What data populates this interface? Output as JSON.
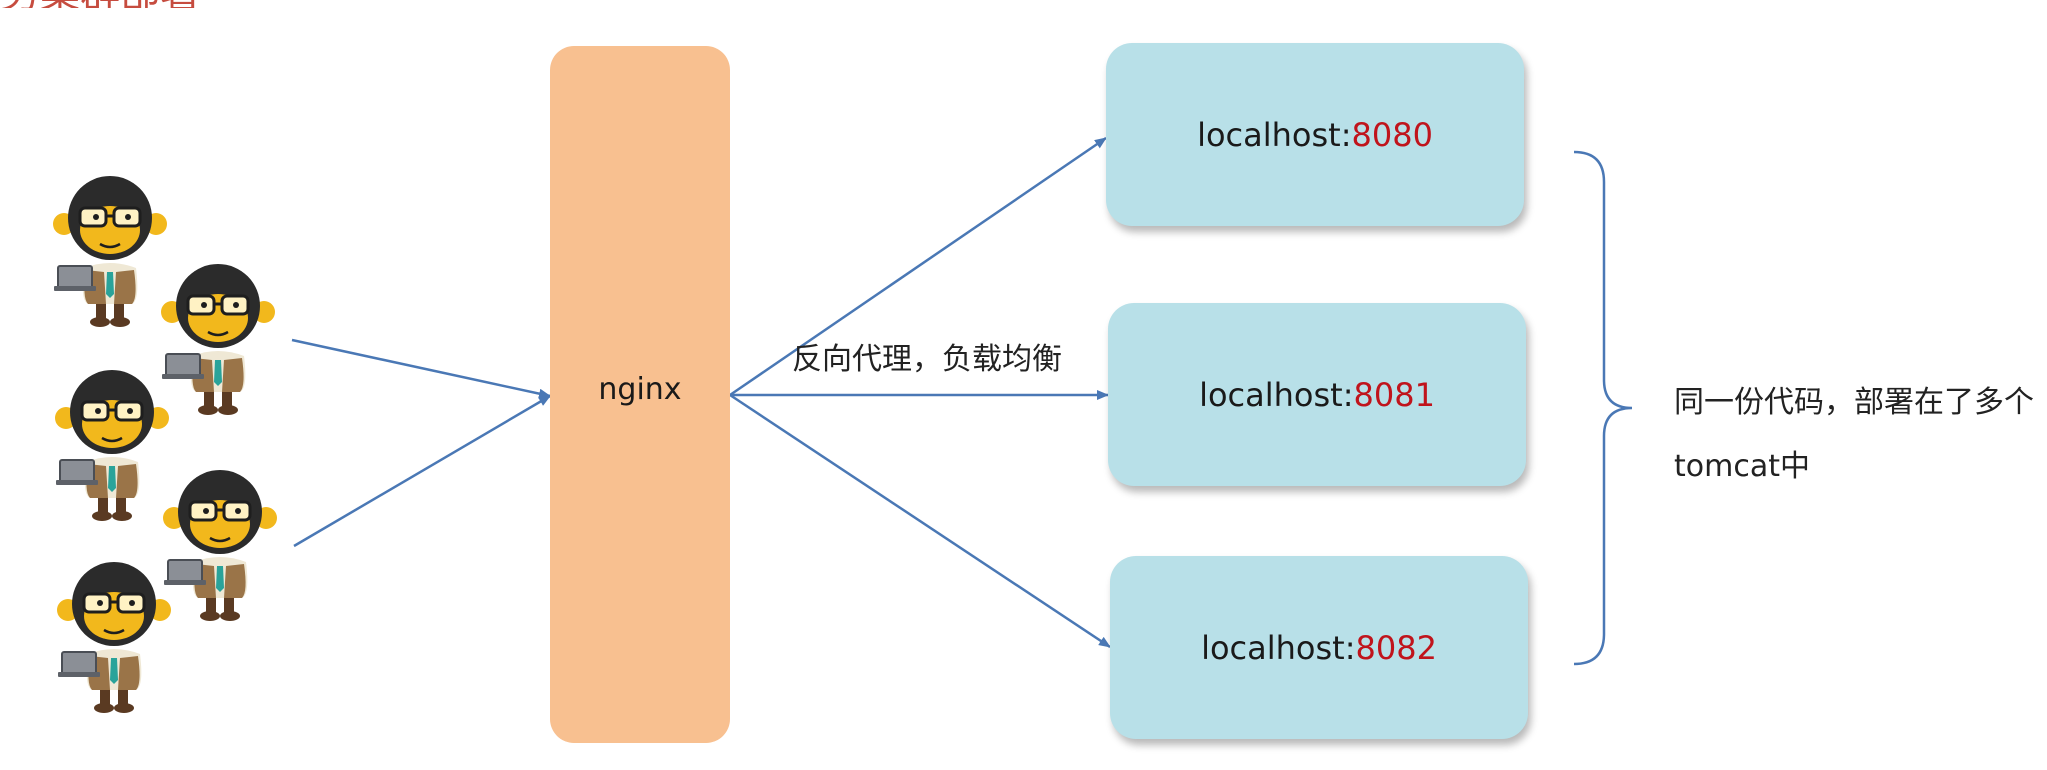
{
  "title_fragment": "务集群部署",
  "nginx": {
    "label": "nginx"
  },
  "edge_label": "反向代理，负载均衡",
  "servers": [
    {
      "host": "localhost:",
      "port": "8080"
    },
    {
      "host": "localhost:",
      "port": "8081"
    },
    {
      "host": "localhost:",
      "port": "8082"
    }
  ],
  "note": "同一份代码，部署在了多个tomcat中",
  "users": {
    "count": 5,
    "icon": "monkey-mascot-with-laptop-icon"
  },
  "colors": {
    "nginx_box": "#f8c090",
    "server_box": "#b8e0e8",
    "port_text": "#c0141c",
    "arrow": "#4a78b5",
    "title_text": "#c0392b"
  }
}
